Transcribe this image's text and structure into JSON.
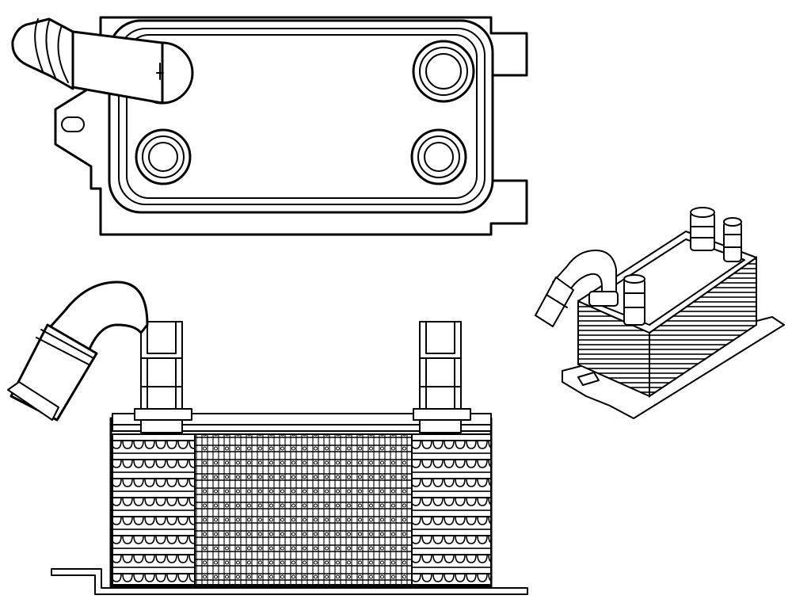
{
  "figure": {
    "views": [
      "top-view",
      "front-view",
      "isometric-view"
    ],
    "line_color": "#000000",
    "background": "#ffffff"
  }
}
